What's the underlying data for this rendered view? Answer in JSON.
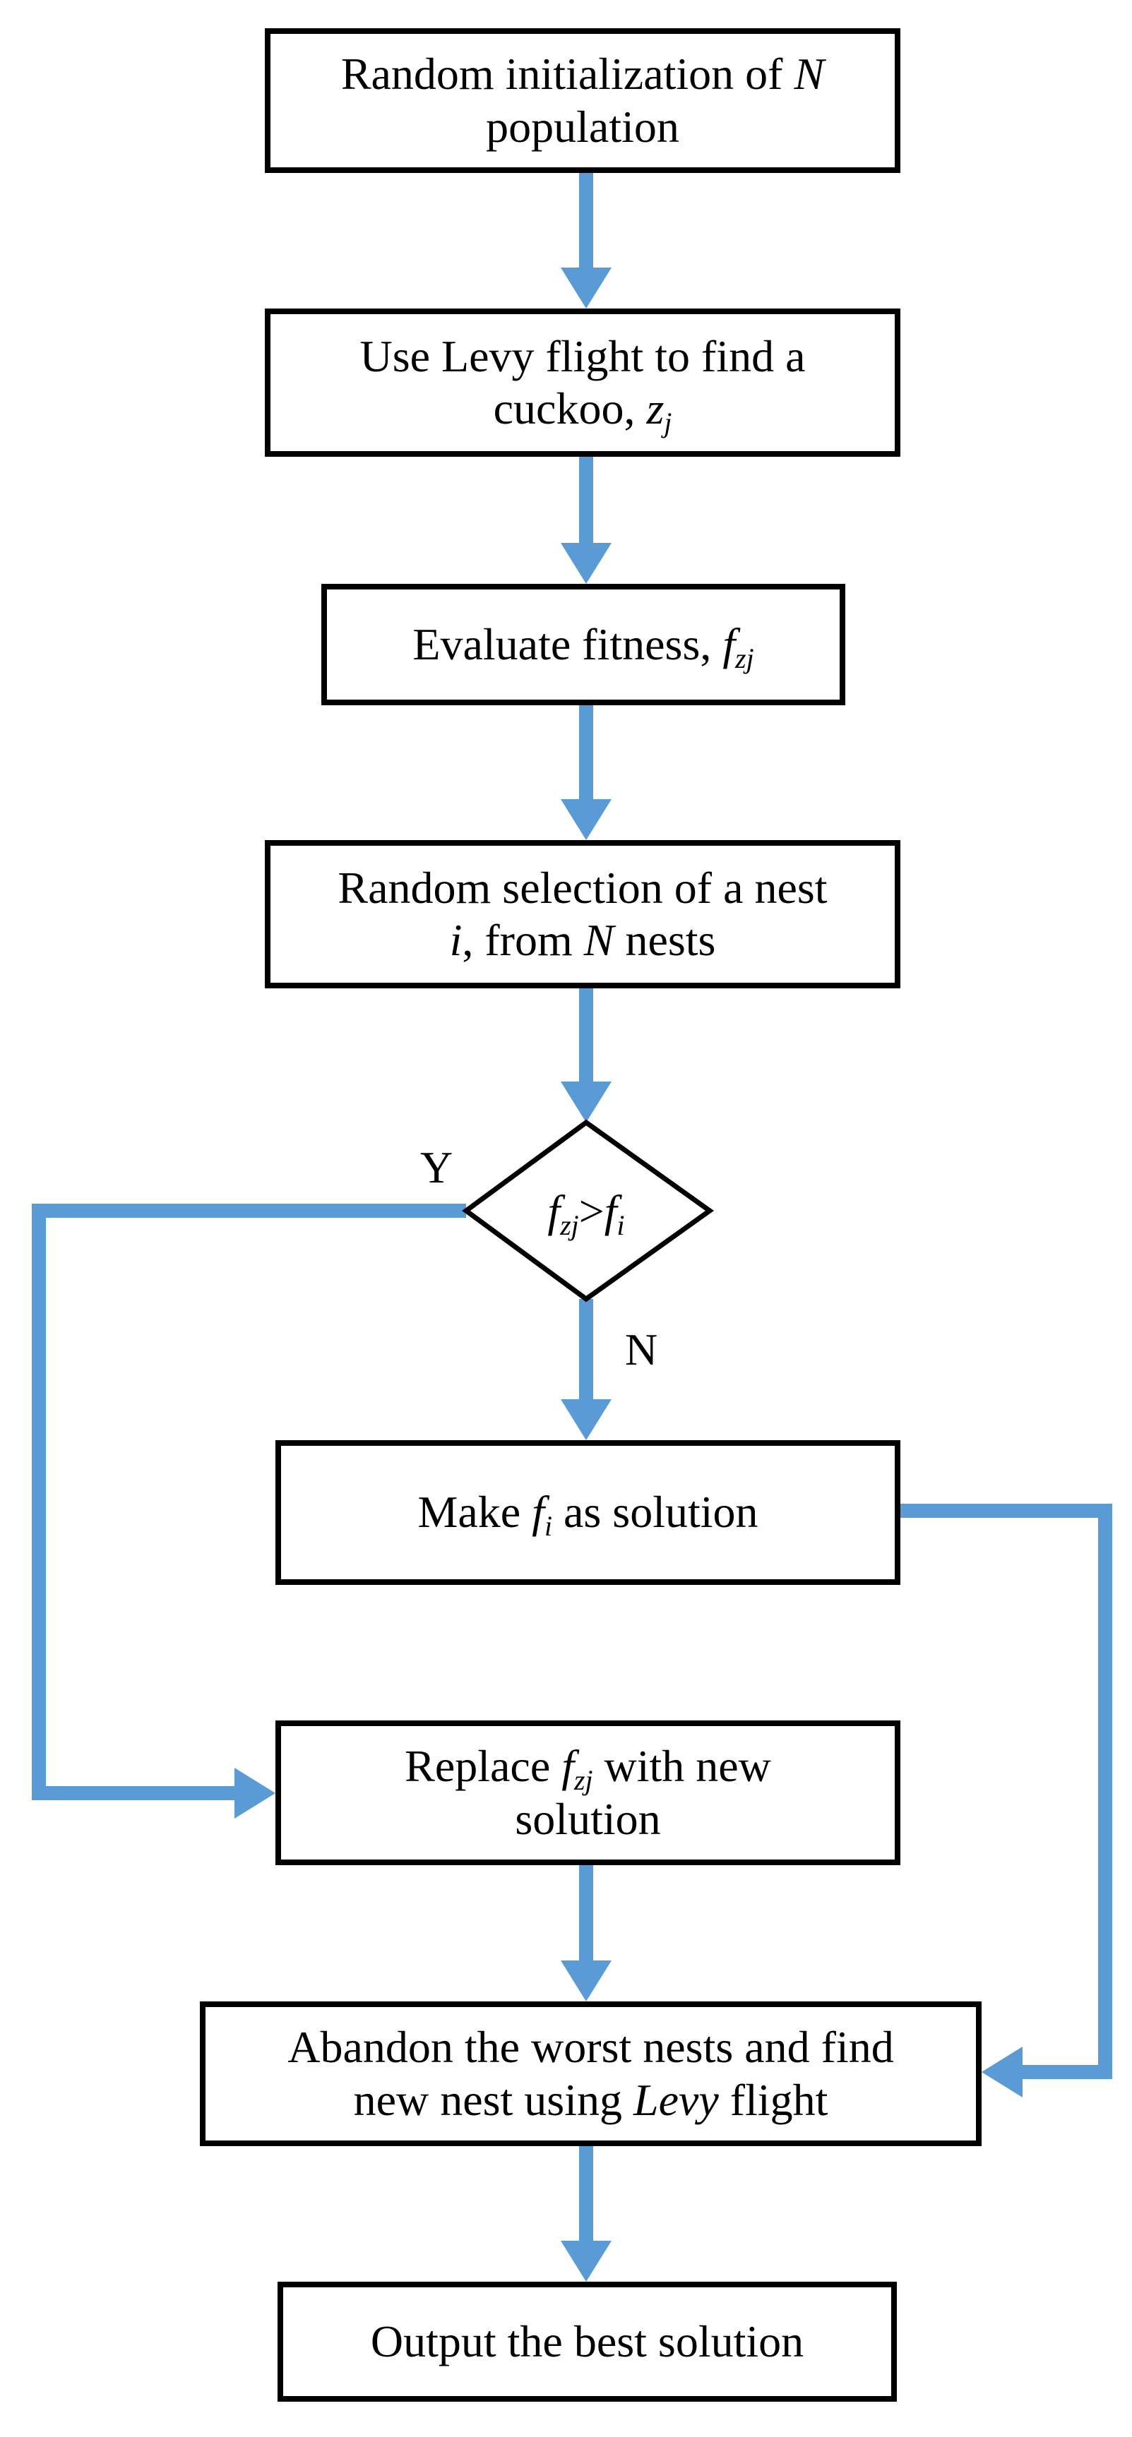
{
  "colors": {
    "arrow": "#5b9bd5",
    "box_border": "#000000",
    "text": "#000000"
  },
  "steps": {
    "init": {
      "line1": "Random initialization of",
      "var": "N",
      "line2": "population"
    },
    "levy": {
      "line1": "Use Levy flight to find a",
      "line2_prefix": "cuckoo,",
      "var": "z",
      "sub": "j"
    },
    "evaluate": {
      "prefix": "Evaluate fitness,",
      "var": "f",
      "sub": "zj"
    },
    "select": {
      "line1": "Random selection of a nest",
      "var_i": "i",
      "mid": ", from",
      "var_n": "N",
      "suffix": "nests"
    },
    "decision": {
      "var_a": "f",
      "sub_a": "zj",
      "op": ">",
      "var_b": "f",
      "sub_b": "i"
    },
    "make": {
      "prefix": "Make",
      "var": "f",
      "sub": "i",
      "suffix": "as solution"
    },
    "replace": {
      "prefix": "Replace",
      "var": "f",
      "sub": "zj",
      "suffix": "with new",
      "line2": "solution"
    },
    "abandon": {
      "line1": "Abandon the worst nests and find",
      "line2_prefix": "new nest using",
      "var": "Levy",
      "line2_suffix": "flight"
    },
    "output": {
      "label": "Output the best solution"
    }
  },
  "branches": {
    "yes": "Y",
    "no": "N"
  }
}
